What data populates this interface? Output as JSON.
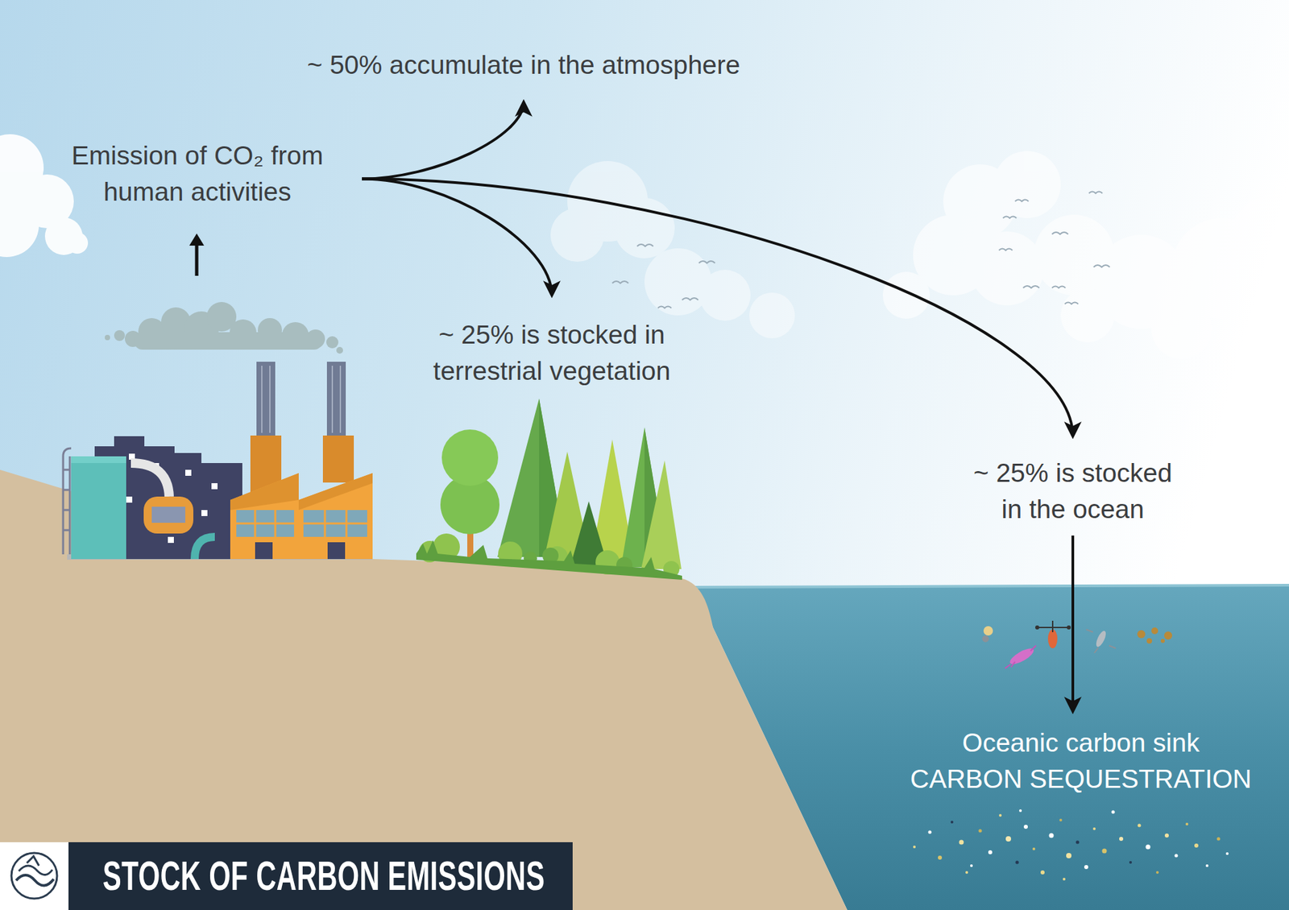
{
  "diagram": {
    "title": "STOCK OF CARBON EMISSIONS",
    "nodes": [
      {
        "text": [
          "Emission of CO₂ from human activities"
        ]
      },
      {
        "text": [
          "~ 50% accumulate in the atmosphere"
        ]
      },
      {
        "text": [
          "~ 25% is stocked in terrestrial vegetation"
        ]
      },
      {
        "text": [
          "~ 25% is stocked in the ocean"
        ]
      },
      {
        "text": [
          "Oceanic carbon sink",
          "CARBON SEQUESTRATION"
        ]
      }
    ],
    "edges": [
      {
        "from": 0,
        "to": 1,
        "arrow": "to"
      },
      {
        "from": 0,
        "to": 2,
        "arrow": "to"
      },
      {
        "from": 0,
        "to": 3,
        "arrow": "to"
      },
      {
        "from": 3,
        "to": 4,
        "arrow": "to"
      }
    ]
  }
}
